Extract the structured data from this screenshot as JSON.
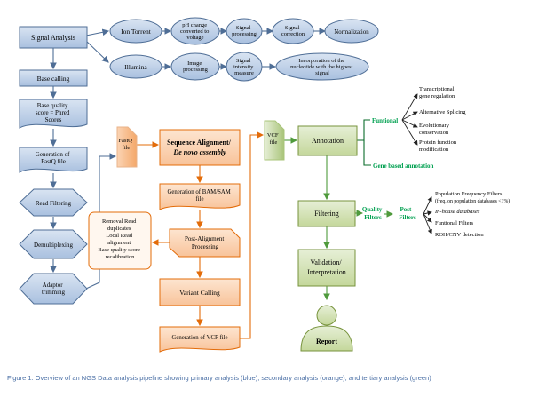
{
  "primary": {
    "signal_analysis": "Signal Analysis",
    "base_calling": "Base calling",
    "quality_score": [
      "Base quality",
      "score = Phred",
      "Scores"
    ],
    "generation_fastq": [
      "Generation of",
      "FastQ file"
    ],
    "read_filtering": "Read Filtering",
    "demultiplexing": "Demultiplexing",
    "adaptor_trimming": [
      "Adaptor",
      "trimming"
    ],
    "ion_torrent": "Ion Torrent",
    "illumina": "Illumina",
    "ion_steps": [
      [
        "pH change",
        "converted to",
        "voltage"
      ],
      [
        "Signal",
        "processing"
      ],
      [
        "Signal",
        "correction"
      ],
      [
        "Normalization"
      ]
    ],
    "illumina_steps": [
      [
        "Image",
        "processing"
      ],
      [
        "Signal",
        "intensity",
        "measure"
      ],
      [
        "Incorporation of the",
        "nucleotide with the highest",
        "signal"
      ]
    ]
  },
  "secondary": {
    "fastq_file": [
      "FastQ",
      "file"
    ],
    "alignment": [
      "Sequence Alignment/",
      "De novo assembly"
    ],
    "bam_sam": [
      "Generation of BAM/SAM",
      "file"
    ],
    "post_alignment": [
      "Post-Alignment",
      "Processing"
    ],
    "post_alignment_details": [
      "Removal Read",
      "duplicates",
      "Local Read",
      "alignment",
      "Base quality score",
      "recalibration"
    ],
    "variant_calling": "Variant Calling",
    "vcf_generation": "Generation of VCF file"
  },
  "tertiary": {
    "vcf_file": [
      "VCF",
      "file"
    ],
    "annotation": "Annotation",
    "funtional": "Funtional",
    "gene_based": "Gene based annotation",
    "functional_items": [
      [
        "Transcriptional",
        "gene regulation"
      ],
      [
        "Alternative Splicing"
      ],
      [
        "Evolutionary",
        "conservation"
      ],
      [
        "Protein      function",
        "modification"
      ]
    ],
    "filtering": "Filtering",
    "quality_filters": [
      "Quality",
      "Filters"
    ],
    "post_filters": [
      "Post-",
      "Filters"
    ],
    "filter_items": [
      [
        "Population    Frequency    Filters",
        "(freq. on population databases <1%)"
      ],
      [
        "In-house databases"
      ],
      [
        "Funtional Filters"
      ],
      [
        "ROH/CNV detection"
      ]
    ],
    "validation": [
      "Validation/",
      "Interpretation"
    ],
    "report": "Report"
  },
  "caption": "Figure 1: Overview of an NGS Data analysis pipeline showing primary analysis (blue), secondary analysis (orange), and tertiary analysis (green)",
  "colors": {
    "blue_fill": "#b8cce4",
    "blue_stroke": "#4f6e96",
    "orange_fill": "#fbd4b4",
    "orange_stroke": "#e36c0a",
    "green_fill": "#d6e3bc",
    "green_stroke": "#77933c",
    "green_text": "#00b050",
    "caption": "#4a6fa5"
  }
}
